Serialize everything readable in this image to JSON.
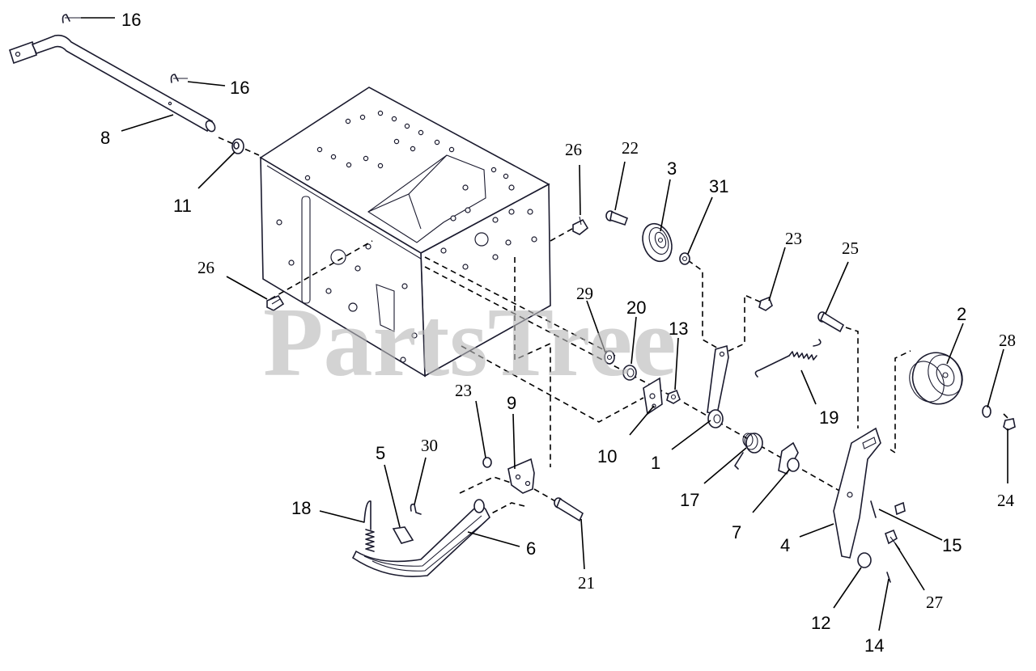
{
  "watermark": "PartsTree",
  "callouts": {
    "c16a": "16",
    "c16b": "16",
    "c8": "8",
    "c11": "11",
    "c26a": "26",
    "c26b": "26",
    "c22": "22",
    "c3": "3",
    "c31": "31",
    "c23a": "23",
    "c25": "25",
    "c2": "2",
    "c28": "28",
    "c29": "29",
    "c20": "20",
    "c13": "13",
    "c19": "19",
    "c10": "10",
    "c1": "1",
    "c17": "17",
    "c7": "7",
    "c4": "4",
    "c15": "15",
    "c24": "24",
    "c27": "27",
    "c12": "12",
    "c14": "14",
    "c23b": "23",
    "c9": "9",
    "c5": "5",
    "c30": "30",
    "c18": "18",
    "c6": "6",
    "c21": "21"
  }
}
